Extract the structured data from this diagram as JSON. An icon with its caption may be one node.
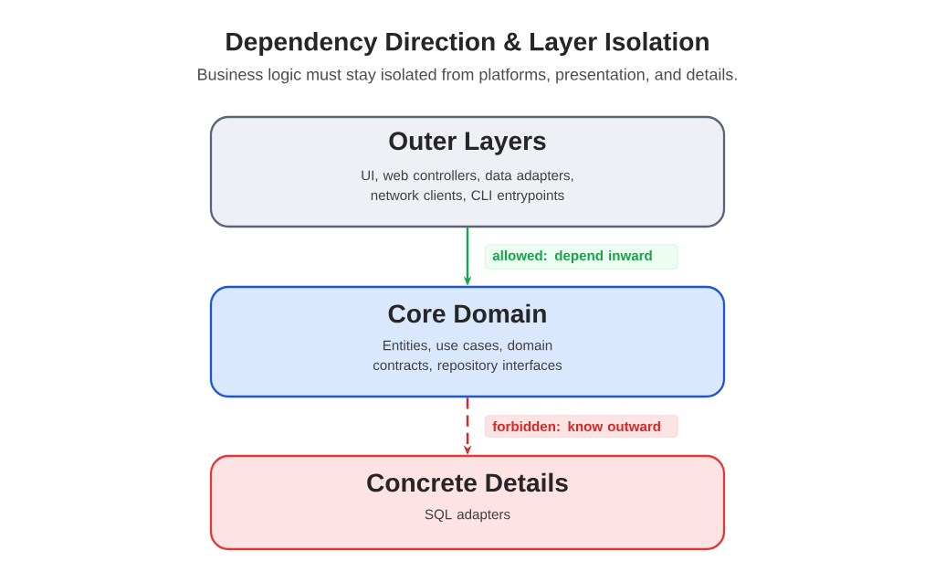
{
  "diagram": {
    "title": "Dependency Direction & Layer Isolation",
    "caption": "Business logic must stay isolated from platforms, presentation, and details.",
    "nodes": [
      {
        "text": [
          "Outer Layers",
          "UI, web controllers, data adapters, network clients, CLI entrypoints"
        ]
      },
      {
        "text": [
          "Core Domain",
          "Entities, use cases, domain contracts, repository interfaces"
        ]
      },
      {
        "text": [
          "Concrete Details",
          "SQL adapters"
        ]
      }
    ],
    "edges": [
      {
        "from": 0,
        "to": 1,
        "arrow": "to",
        "label": "allowed: depend inward",
        "color": "#16a34a"
      },
      {
        "from": 1,
        "to": 2,
        "arrow": "to",
        "label": "forbidden: know outward",
        "style": "dashed",
        "color": "#dc2626"
      }
    ]
  }
}
